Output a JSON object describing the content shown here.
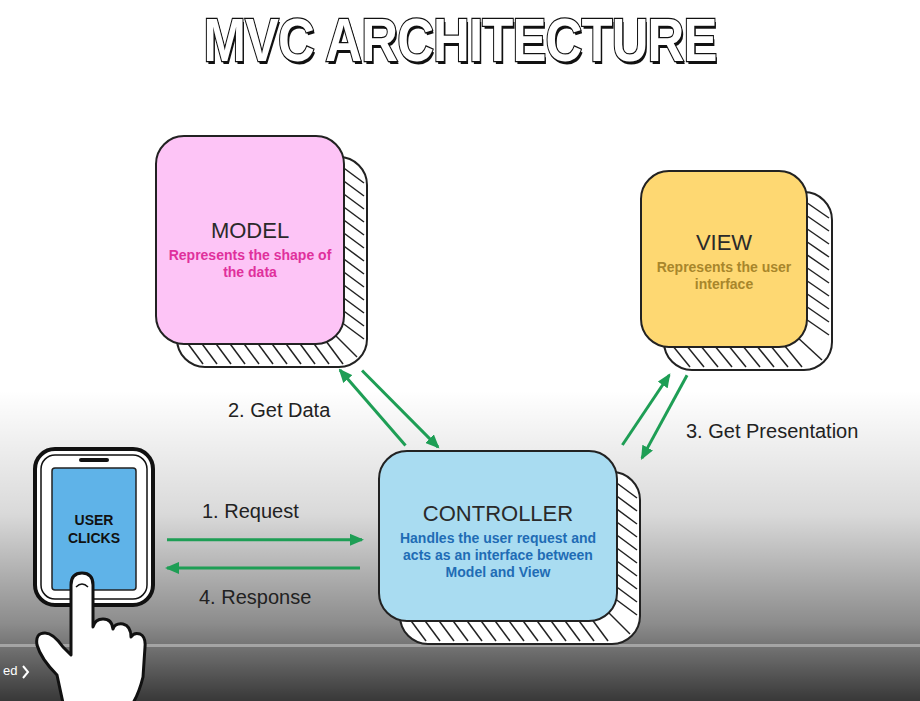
{
  "diagram": {
    "title": "MVC ARCHITECTURE",
    "nodes": [
      {
        "text": [
          "MODEL",
          "Represents the shape of the data"
        ]
      },
      {
        "text": [
          "VIEW",
          "Represents the user interface"
        ]
      },
      {
        "text": [
          "USER CLICKS"
        ]
      },
      {
        "text": [
          "CONTROLLER",
          "Handles the user request and acts as an interface between Model and View"
        ]
      }
    ],
    "edges": [
      {
        "from": 3,
        "to": 0,
        "arrow": "to",
        "label": "2. Get Data"
      },
      {
        "from": 0,
        "to": 3,
        "arrow": "to"
      },
      {
        "from": 3,
        "to": 1,
        "arrow": "to",
        "label": "3. Get Presentation"
      },
      {
        "from": 1,
        "to": 3,
        "arrow": "to"
      },
      {
        "from": 2,
        "to": 3,
        "arrow": "to",
        "label": "1. Request"
      },
      {
        "from": 3,
        "to": 2,
        "arrow": "to",
        "label": "4. Response"
      }
    ],
    "labels": [
      "ed"
    ]
  }
}
